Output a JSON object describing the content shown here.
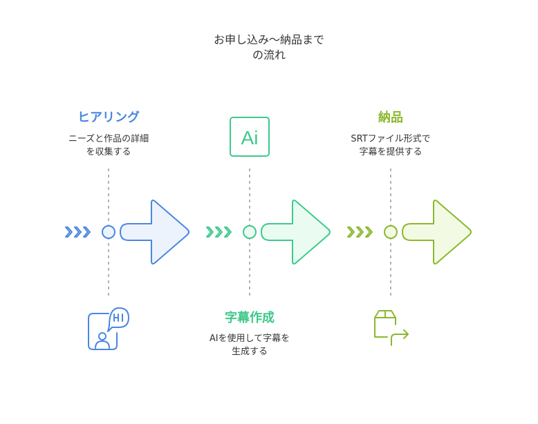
{
  "title": {
    "line1": "お申し込み〜納品まで",
    "line2": "の流れ"
  },
  "steps": [
    {
      "title": "ヒアリング",
      "desc_line1": "ニーズと作品の詳細",
      "desc_line2": "を収集する",
      "icon": "hi-chat-person-icon",
      "color": "#4a86e0"
    },
    {
      "title": "字幕作成",
      "desc_line1": "AIを使用して字幕を",
      "desc_line2": "生成する",
      "icon": "ai-text-icon",
      "icon_text": "Ai",
      "color": "#3ec98a"
    },
    {
      "title": "納品",
      "desc_line1": "SRTファイル形式で",
      "desc_line2": "字幕を提供する",
      "icon": "box-share-icon",
      "color": "#8ab82e"
    }
  ]
}
